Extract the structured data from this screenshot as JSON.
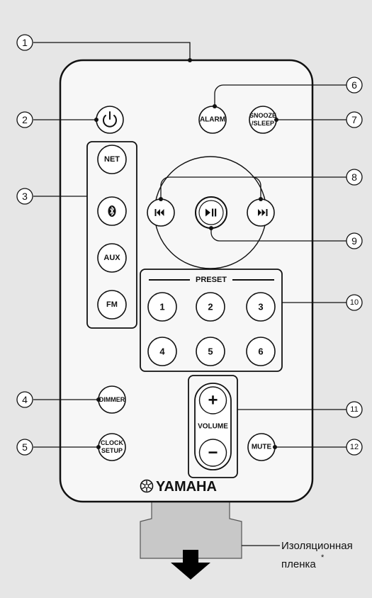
{
  "buttons": {
    "power_icon": "power-icon",
    "alarm": "ALARM",
    "snooze_1": "SNOOZE",
    "snooze_2": "/SLEEP",
    "net": "NET",
    "bluetooth_icon": "bluetooth-icon",
    "aux": "AUX",
    "fm": "FM",
    "prev_icon": "skip-back-icon",
    "next_icon": "skip-forward-icon",
    "play_icon": "play-pause-icon",
    "dimmer": "DIMMER",
    "clock_1": "CLOCK",
    "clock_2": "SETUP",
    "mute": "MUTE",
    "vol_plus": "+",
    "vol_minus": "−",
    "volume_label": "VOLUME"
  },
  "preset": {
    "label": "PRESET",
    "numbers": [
      "1",
      "2",
      "3",
      "4",
      "5",
      "6"
    ]
  },
  "brand": {
    "logo_text": "YAMAHA",
    "logo_icon": "tuning-fork-emblem"
  },
  "callouts": {
    "n1": "①",
    "n2": "②",
    "n3": "③",
    "n4": "④",
    "n5": "⑤",
    "n6": "⑥",
    "n7": "⑦",
    "n8": "⑧",
    "n9": "⑨",
    "n10": "⑩",
    "n11": "⑪",
    "n12": "⑫"
  },
  "caption": {
    "line1": "Изоляционная",
    "line2": "пленка",
    "asterisk": "*"
  },
  "colors": {
    "background": "#e6e6e6",
    "remote_body": "#f7f7f7",
    "tab": "#c8c8c8",
    "outline": "#111111"
  }
}
